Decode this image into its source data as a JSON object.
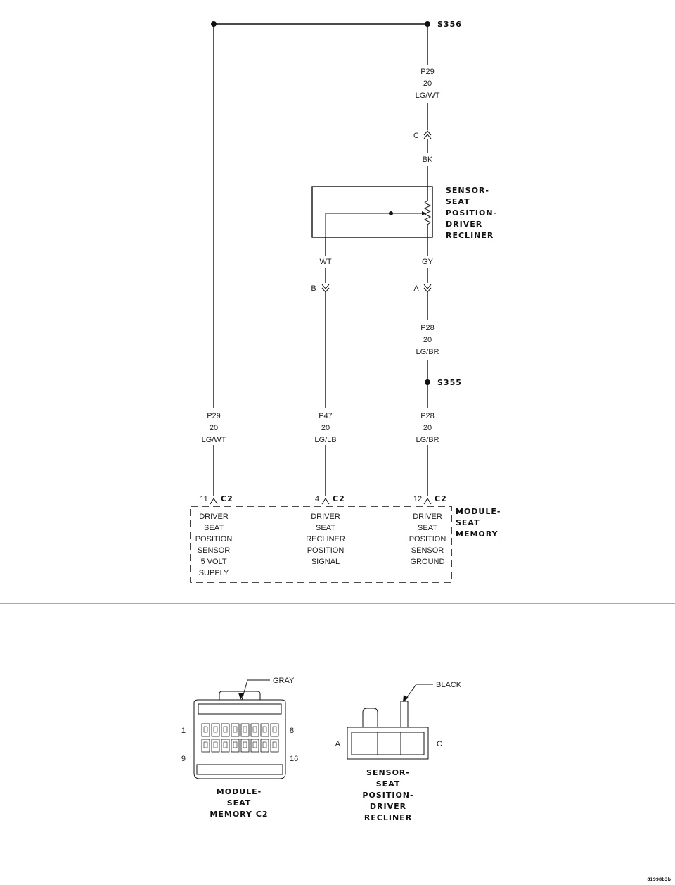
{
  "splices": {
    "top": "S356",
    "mid": "S355"
  },
  "wires": {
    "top": {
      "circuit": "P29",
      "gauge": "20",
      "color": "LG/WT"
    },
    "sensor_black": "BK",
    "sensor_wt": "WT",
    "sensor_gy": "GY",
    "right_mid": {
      "circuit": "P28",
      "gauge": "20",
      "color": "LG/BR"
    },
    "left_bottom": {
      "circuit": "P29",
      "gauge": "20",
      "color": "LG/WT"
    },
    "center_bottom": {
      "circuit": "P47",
      "gauge": "20",
      "color": "LG/LB"
    },
    "right_bottom": {
      "circuit": "P28",
      "gauge": "20",
      "color": "LG/BR"
    }
  },
  "connector_pins": {
    "c": "C",
    "b": "B",
    "a": "A"
  },
  "sensor": {
    "lines": [
      "SENSOR-",
      "SEAT",
      "POSITION-",
      "DRIVER",
      "RECLINER"
    ]
  },
  "module": {
    "lines": [
      "MODULE-",
      "SEAT",
      "MEMORY"
    ],
    "pins": [
      {
        "num": "11",
        "conn": "C2",
        "desc": [
          "DRIVER",
          "SEAT",
          "POSITION",
          "SENSOR",
          "5 VOLT",
          "SUPPLY"
        ]
      },
      {
        "num": "4",
        "conn": "C2",
        "desc": [
          "DRIVER",
          "SEAT",
          "RECLINER",
          "POSITION",
          "SIGNAL"
        ]
      },
      {
        "num": "12",
        "conn": "C2",
        "desc": [
          "DRIVER",
          "SEAT",
          "POSITION",
          "SENSOR",
          "GROUND"
        ]
      }
    ]
  },
  "connector_views": {
    "module": {
      "color": "GRAY",
      "pin_labels": {
        "top_left": "1",
        "top_right": "8",
        "bottom_left": "9",
        "bottom_right": "16"
      },
      "caption": [
        "MODULE-",
        "SEAT",
        "MEMORY C2"
      ]
    },
    "sensor": {
      "color": "BLACK",
      "pin_labels": {
        "left": "A",
        "right": "C"
      },
      "caption": [
        "SENSOR-",
        "SEAT",
        "POSITION-",
        "DRIVER",
        "RECLINER"
      ]
    }
  },
  "figure_id": "81998b3b"
}
